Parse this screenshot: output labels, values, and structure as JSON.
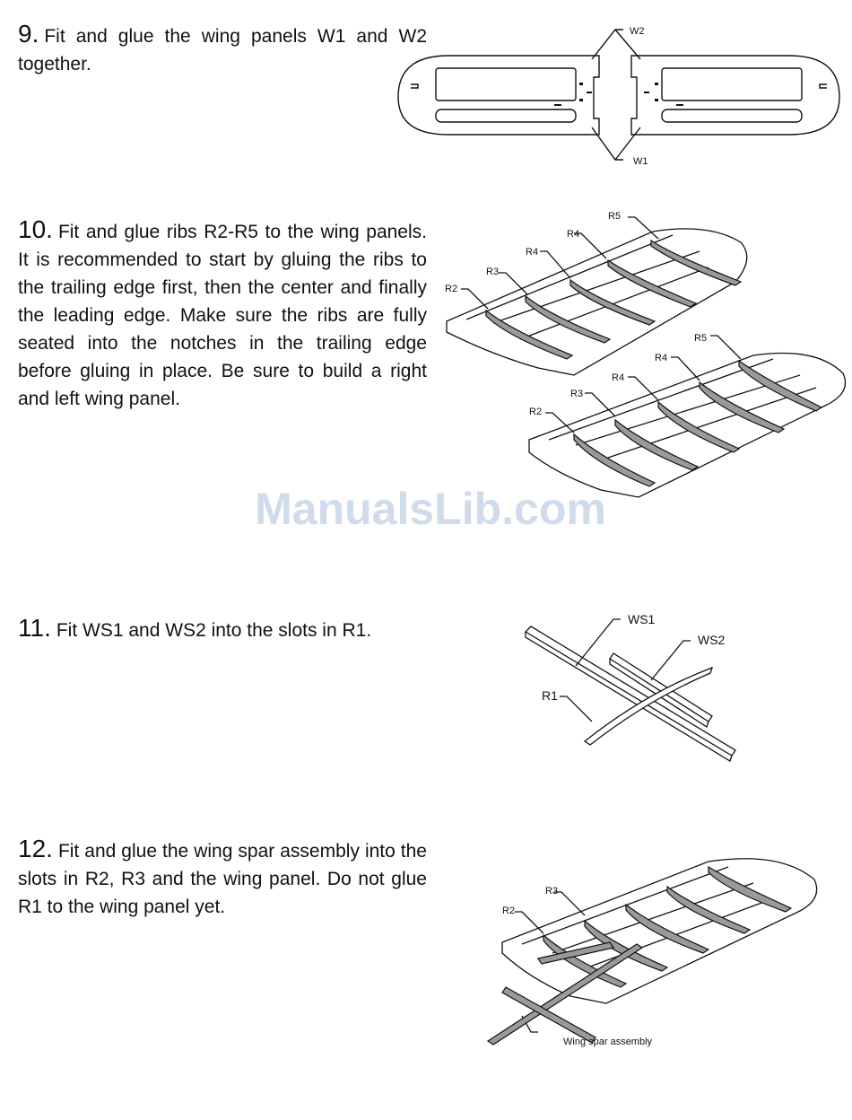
{
  "steps": [
    {
      "number": "9.",
      "text": "Fit and glue the wing panels W1 and W2 together."
    },
    {
      "number": "10.",
      "text": "Fit and glue ribs R2-R5 to the wing panels. It is recommended to start by gluing the ribs to the trailing edge first, then the center and finally the leading edge. Make sure the ribs are fully seated into the notches in the trailing edge before gluing in place. Be sure to build a right and left wing panel."
    },
    {
      "number": "11.",
      "text": "Fit WS1 and WS2 into the slots in R1."
    },
    {
      "number": "12.",
      "text": "Fit and glue the wing spar assembly into the slots in R2, R3 and the wing panel. Do not glue R1 to the wing panel yet."
    }
  ],
  "figures": {
    "fig9": {
      "labels": [
        "W2",
        "W1"
      ]
    },
    "fig10": {
      "labels": [
        "R5",
        "R4",
        "R3",
        "R2"
      ]
    },
    "fig11": {
      "labels": [
        "WS1",
        "WS2",
        "R1"
      ]
    },
    "fig12": {
      "labels": [
        "R3",
        "R2",
        "Wing spar assembly"
      ]
    }
  },
  "watermark": "ManualsLib.com"
}
